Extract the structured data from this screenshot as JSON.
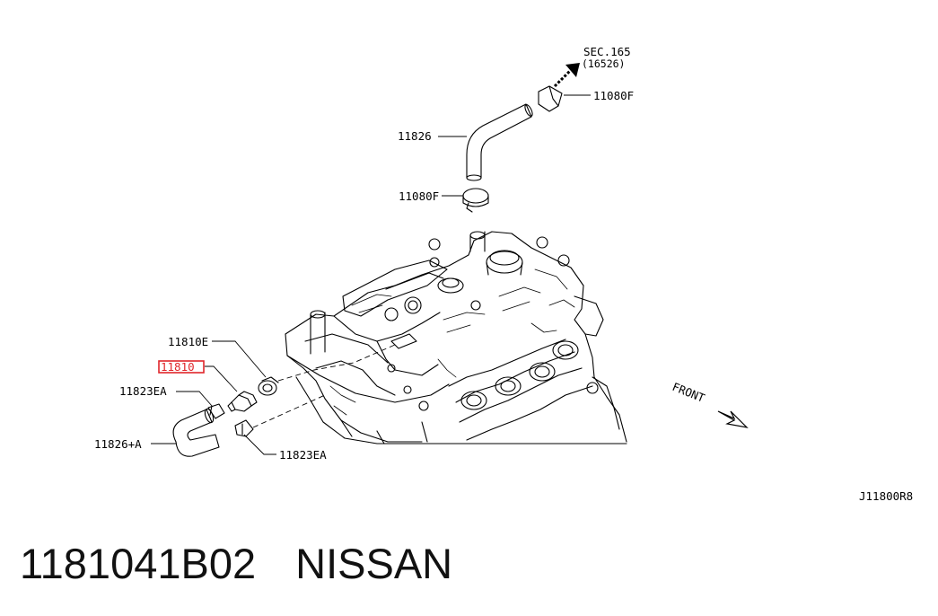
{
  "diagram": {
    "callouts": {
      "sec": "SEC.165",
      "sec_ref": "(16526)",
      "clamp_top": "11080F",
      "hose_top": "11826",
      "clamp_mid": "11080F",
      "grommet": "11810E",
      "pcv_valve": "11810",
      "clamp_left": "11823EA",
      "hose_bottom": "11826+A",
      "clamp_bottom": "11823EA"
    },
    "front_label": "FRONT",
    "diagram_code": "J11800R8",
    "highlighted_callout": "11810",
    "highlight_color": "#e0262b"
  },
  "caption": {
    "part_number": "1181041B02",
    "brand": "NISSAN"
  }
}
